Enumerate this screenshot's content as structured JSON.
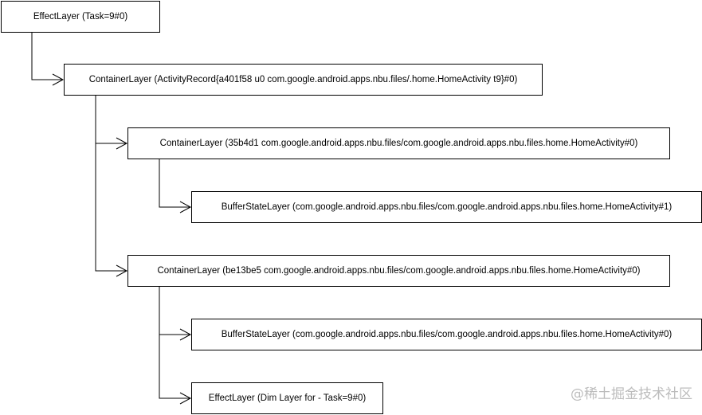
{
  "nodes": {
    "effect_layer_task": "EffectLayer (Task=9#0)",
    "container_activity_record": "ContainerLayer (ActivityRecord{a401f58 u0 com.google.android.apps.nbu.files/.home.HomeActivity t9}#0)",
    "container_35b4d1": "ContainerLayer (35b4d1 com.google.android.apps.nbu.files/com.google.android.apps.nbu.files.home.HomeActivity#0)",
    "buffer_state_1": "BufferStateLayer (com.google.android.apps.nbu.files/com.google.android.apps.nbu.files.home.HomeActivity#1)",
    "container_be13be5": "ContainerLayer (be13be5 com.google.android.apps.nbu.files/com.google.android.apps.nbu.files.home.HomeActivity#0)",
    "buffer_state_0": "BufferStateLayer (com.google.android.apps.nbu.files/com.google.android.apps.nbu.files.home.HomeActivity#0)",
    "effect_layer_dim": "EffectLayer (Dim Layer for - Task=9#0)"
  },
  "edges": [
    {
      "from": "effect_layer_task",
      "to": "container_activity_record"
    },
    {
      "from": "container_activity_record",
      "to": "container_35b4d1"
    },
    {
      "from": "container_activity_record",
      "to": "container_be13be5"
    },
    {
      "from": "container_35b4d1",
      "to": "buffer_state_1"
    },
    {
      "from": "container_be13be5",
      "to": "buffer_state_0"
    },
    {
      "from": "container_be13be5",
      "to": "effect_layer_dim"
    }
  ],
  "watermark": "@稀土掘金技术社区",
  "colors": {
    "stroke": "#000000",
    "background": "#ffffff",
    "watermark": "#bcbcbc"
  }
}
